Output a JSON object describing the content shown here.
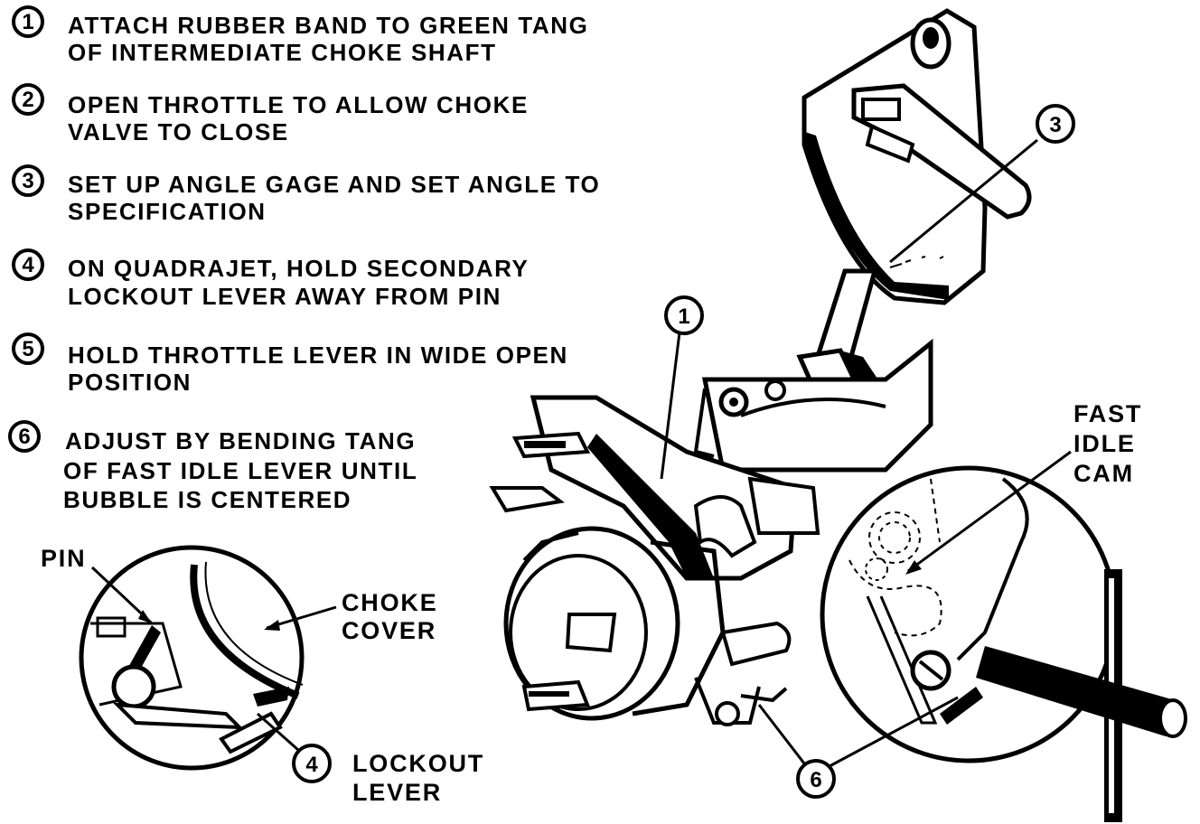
{
  "steps": [
    {
      "number": "1",
      "line1": "ATTACH RUBBER BAND TO GREEN TANG",
      "line2": "OF INTERMEDIATE CHOKE SHAFT",
      "line3": ""
    },
    {
      "number": "2",
      "line1": "OPEN THROTTLE TO ALLOW CHOKE",
      "line2": "VALVE TO CLOSE",
      "line3": ""
    },
    {
      "number": "3",
      "line1": "SET UP ANGLE GAGE AND SET ANGLE TO",
      "line2": "SPECIFICATION",
      "line3": ""
    },
    {
      "number": "4",
      "line1": "ON QUADRAJET, HOLD SECONDARY",
      "line2": "LOCKOUT LEVER AWAY FROM PIN",
      "line3": ""
    },
    {
      "number": "5",
      "line1": "HOLD THROTTLE LEVER IN WIDE OPEN",
      "line2": "POSITION",
      "line3": ""
    },
    {
      "number": "6",
      "line1": "ADJUST BY BENDING TANG",
      "line2": "OF FAST IDLE  LEVER UNTIL",
      "line3": "BUBBLE IS CENTERED"
    }
  ],
  "labels": {
    "pin": "PIN",
    "choke_cover_1": "CHOKE",
    "choke_cover_2": "COVER",
    "lockout_lever_1": "LOCKOUT",
    "lockout_lever_2": "LEVER",
    "fast_idle_cam_1": "FAST",
    "fast_idle_cam_2": "IDLE",
    "fast_idle_cam_3": "CAM"
  },
  "callouts": {
    "gage": "3",
    "rubber_band": "1",
    "lockout": "4",
    "tang": "6"
  },
  "colors": {
    "ink": "#000000",
    "paper": "#ffffff"
  }
}
